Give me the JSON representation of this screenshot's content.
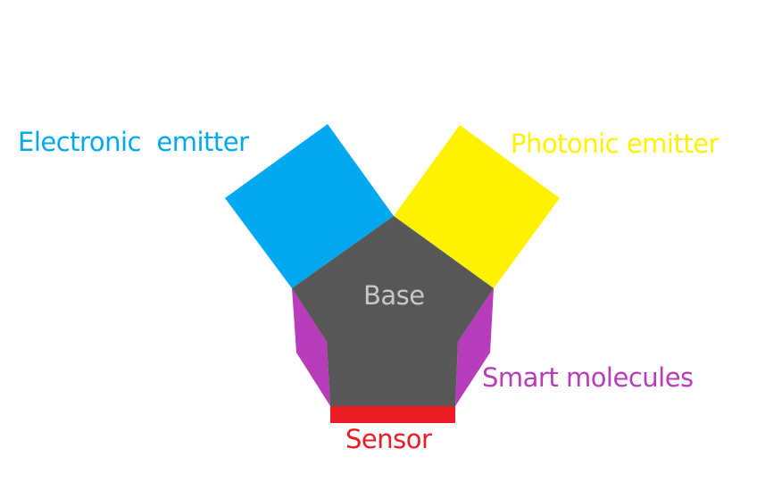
{
  "labels": {
    "electronic": "Electronic  emitter",
    "photonic": "Photonic emitter",
    "base": "Base",
    "smart": "Smart molecules",
    "sensor": "Sensor"
  },
  "colors": {
    "electronic": "#00a8ef",
    "photonic": "#fff200",
    "base": "#575757",
    "base_text": "#c8c8c8",
    "smart": "#b83dba",
    "sensor": "#ec1c24"
  }
}
